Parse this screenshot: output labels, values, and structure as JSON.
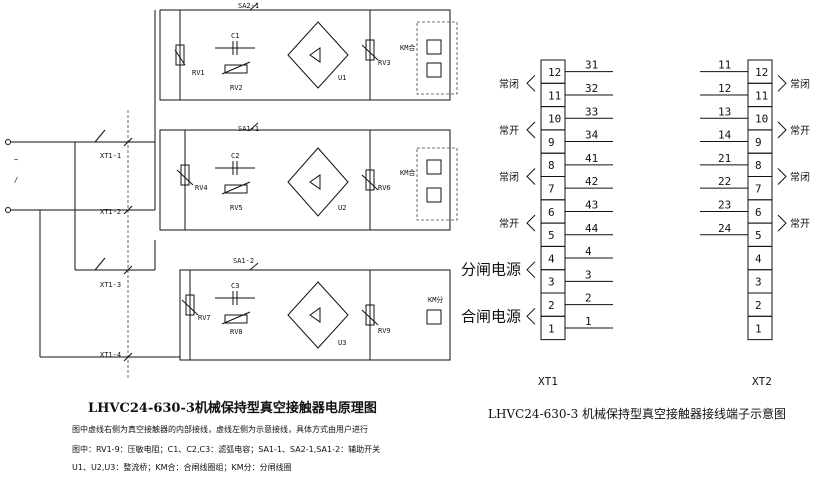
{
  "circuit": {
    "relay_groups": [
      {
        "switch": "SA2-1",
        "cap": "C1",
        "rv_left": "RV1",
        "rv_mid": "RV2",
        "bridge": "U1",
        "rv_right": "RV3",
        "coil": "KM合"
      },
      {
        "switch": "SA1-1",
        "cap": "C2",
        "rv_left": "RV4",
        "rv_mid": "RV5",
        "bridge": "U2",
        "rv_right": "RV6",
        "coil": "KM合"
      },
      {
        "switch": "SA1-2",
        "cap": "C3",
        "rv_left": "RV7",
        "rv_mid": "RV8",
        "bridge": "U3",
        "rv_right": "RV9",
        "coil": "KM分"
      }
    ],
    "terminals": [
      "XT1-1",
      "XT1-2",
      "XT1-3",
      "XT1-4"
    ],
    "title": "LHVC24-630-3机械保持型真空接触器电原理图",
    "notes": [
      "图中虚线右侧为真空接触器的内部接线，虚线左侧为示意接线，具体方式由用户进行",
      "图中：RV1-9：压敏电阻；C1、C2,C3：滤弧电容；SA1-1、SA2-1,SA1-2：辅助开关",
      "U1、U2,U3：整流桥；KM合：合闸线圈组；KM分：分闸线圈"
    ]
  },
  "wiring": {
    "xt1": {
      "label": "XT1",
      "cells": [
        "12",
        "11",
        "10",
        "9",
        "8",
        "7",
        "6",
        "5",
        "4",
        "3",
        "2",
        "1"
      ],
      "wires": [
        "31",
        "32",
        "33",
        "34",
        "41",
        "42",
        "43",
        "44",
        "4",
        "3",
        "2",
        "1"
      ],
      "groups": [
        {
          "label": "常闭",
          "size": "small"
        },
        {
          "label": "常开",
          "size": "small"
        },
        {
          "label": "常闭",
          "size": "small"
        },
        {
          "label": "常开",
          "size": "small"
        },
        {
          "label": "分闸电源",
          "size": "big"
        },
        {
          "label": "合闸电源",
          "size": "big"
        }
      ]
    },
    "xt2": {
      "label": "XT2",
      "cells": [
        "12",
        "11",
        "10",
        "9",
        "8",
        "7",
        "6",
        "5",
        "4",
        "3",
        "2",
        "1"
      ],
      "wires": [
        "11",
        "12",
        "13",
        "14",
        "21",
        "22",
        "23",
        "24"
      ],
      "groups": [
        "常闭",
        "常开",
        "常闭",
        "常开"
      ]
    },
    "title": "LHVC24-630-3 机械保持型真空接触器接线端子示意图"
  }
}
